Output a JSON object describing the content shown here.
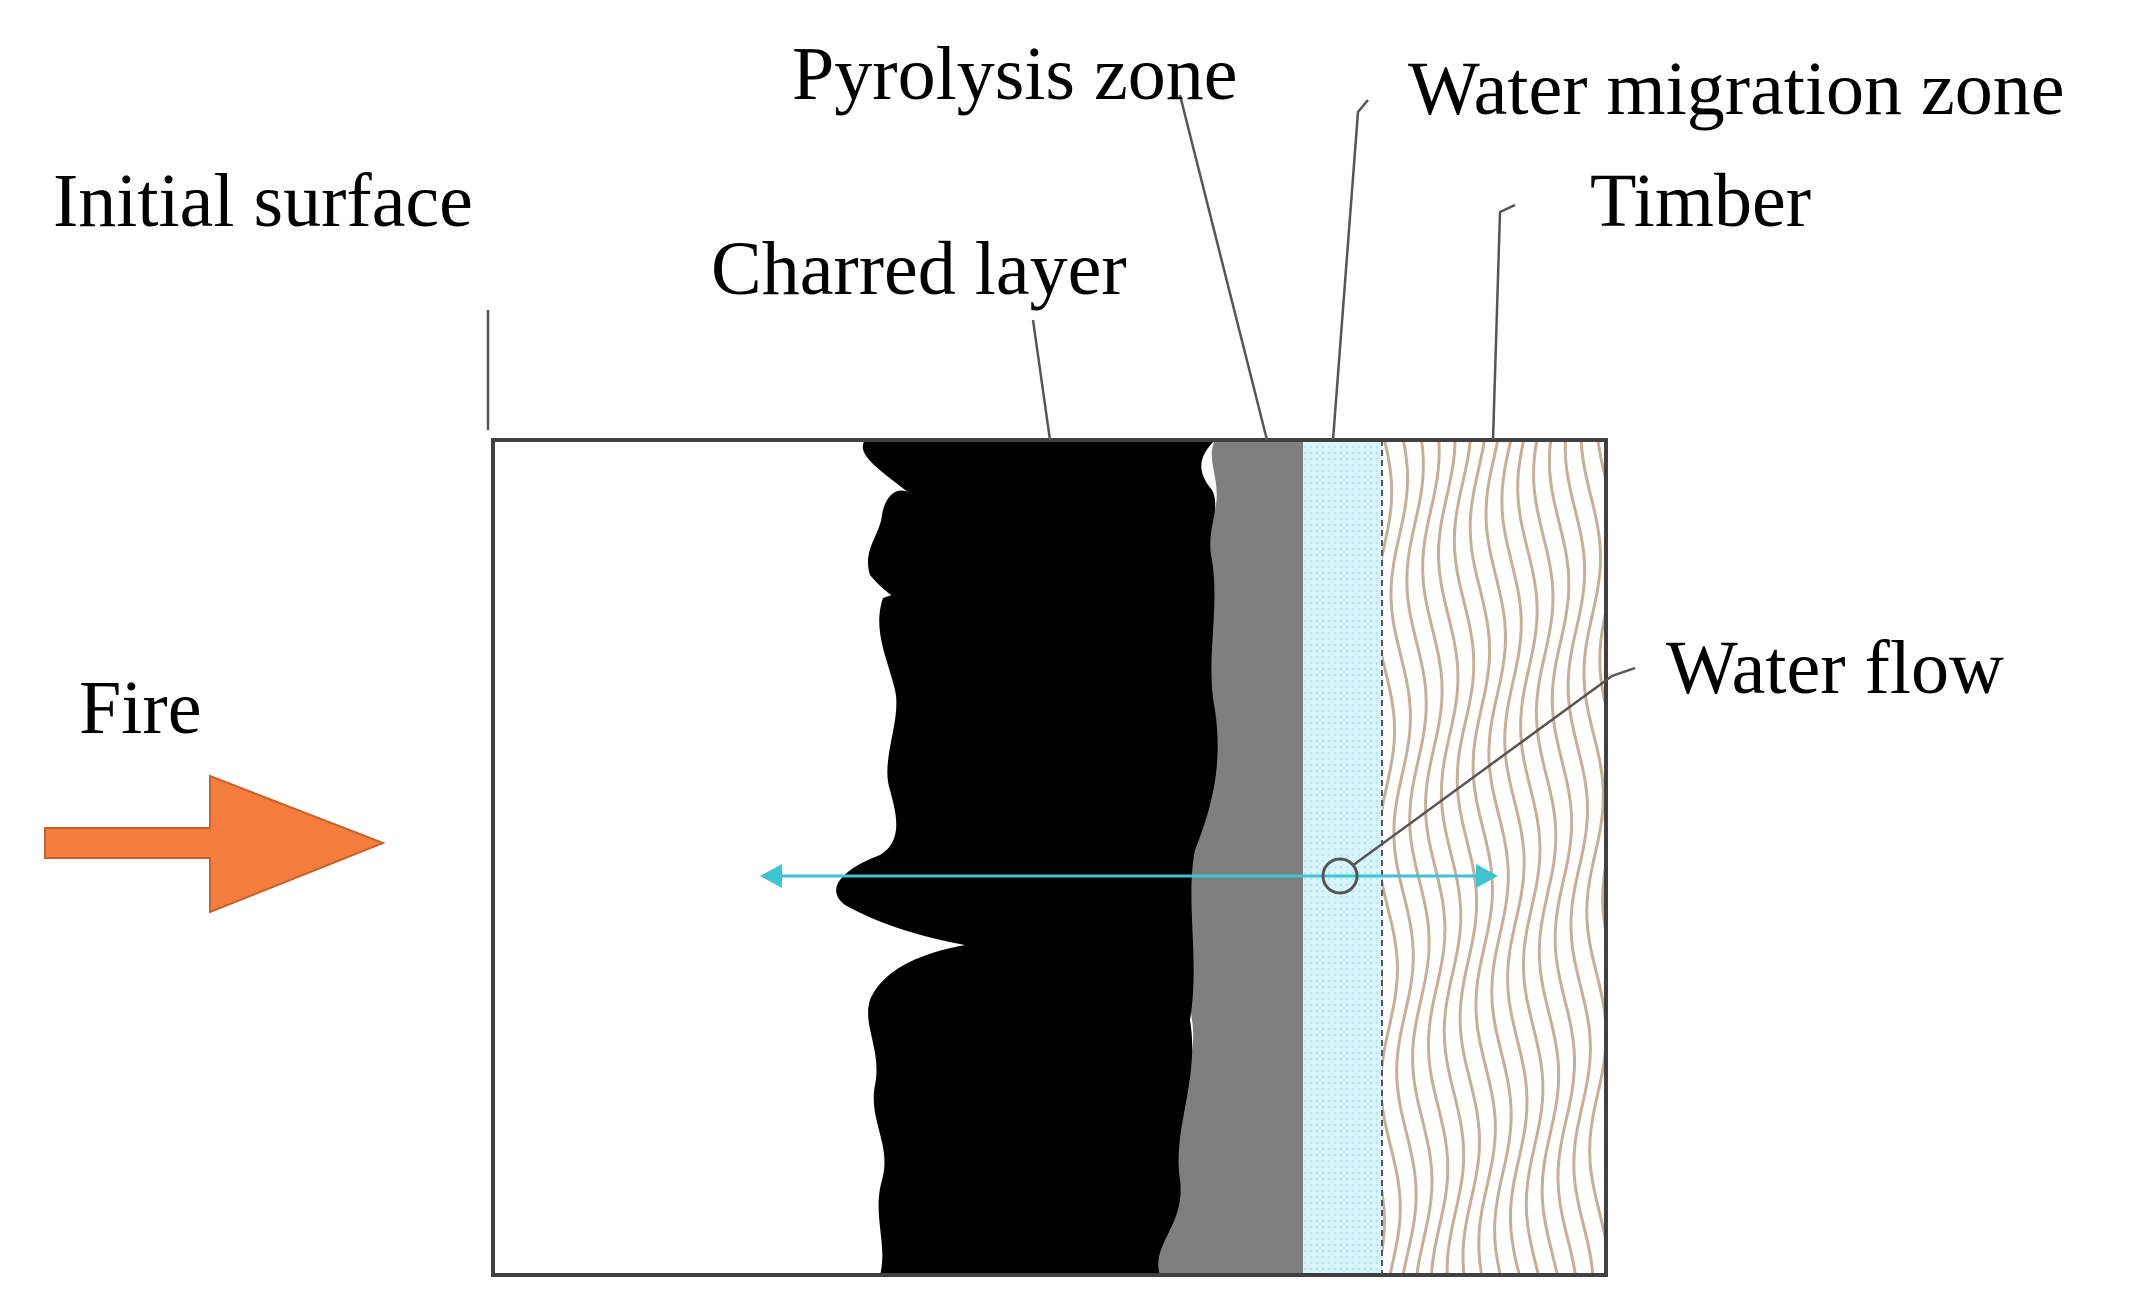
{
  "labels": {
    "pyrolysis_zone": "Pyrolysis zone",
    "water_migration_zone": "Water migration zone",
    "initial_surface": "Initial surface",
    "timber": "Timber",
    "charred_layer": "Charred layer",
    "water_flow": "Water flow",
    "fire": "Fire"
  },
  "colors": {
    "fire_arrow": "#F47C3C",
    "charred_layer": "#000000",
    "pyrolysis_zone": "#7F7F7F",
    "water_migration_zone": "#D9F3FB",
    "timber_grain": "#C9AE96",
    "water_flow_line": "#3FC4D2",
    "frame": "#404040",
    "leader_line": "#555555"
  },
  "icons": {
    "fire_arrow": "right-arrow-icon",
    "water_flow_marker": "circle-icon"
  }
}
